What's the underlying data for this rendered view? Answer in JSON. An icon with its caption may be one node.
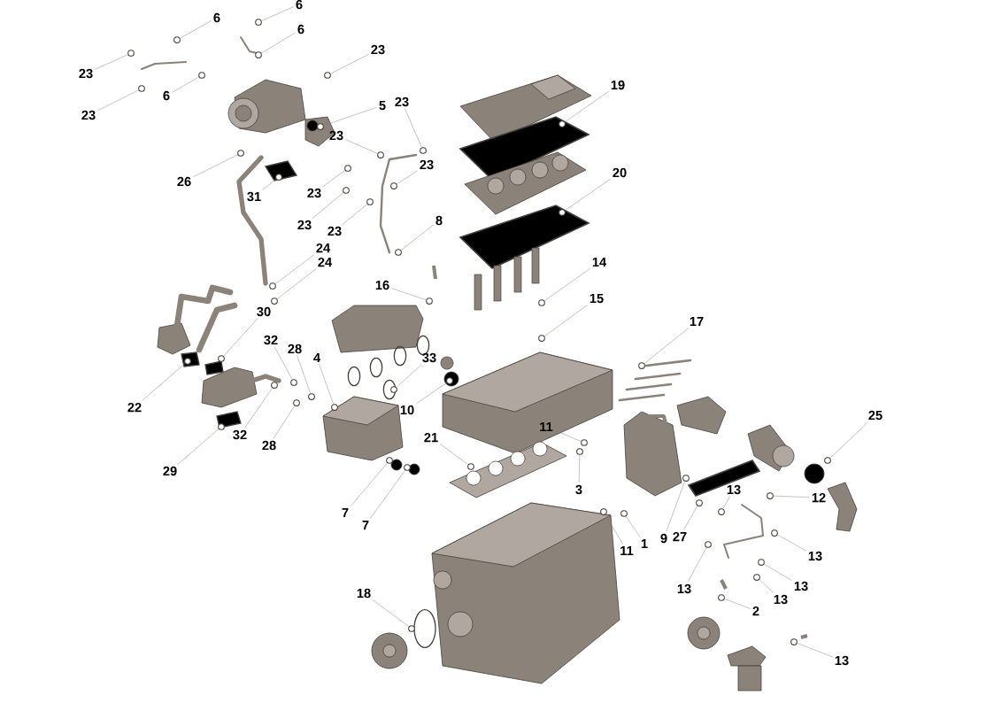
{
  "diagram": {
    "nodes": [
      {
        "text": [
          "6"
        ]
      },
      {
        "text": [
          "6"
        ]
      },
      {
        "text": [
          "6"
        ]
      },
      {
        "text": [
          "23"
        ]
      },
      {
        "text": [
          "23"
        ]
      },
      {
        "text": [
          "6"
        ]
      },
      {
        "text": [
          "23"
        ]
      },
      {
        "text": [
          "5"
        ]
      },
      {
        "text": [
          "23"
        ]
      },
      {
        "text": [
          "23"
        ]
      },
      {
        "text": [
          "23"
        ]
      },
      {
        "text": [
          "26"
        ]
      },
      {
        "text": [
          "31"
        ]
      },
      {
        "text": [
          "23"
        ]
      },
      {
        "text": [
          "23"
        ]
      },
      {
        "text": [
          "23"
        ]
      },
      {
        "text": [
          "8"
        ]
      },
      {
        "text": [
          "24"
        ]
      },
      {
        "text": [
          "24"
        ]
      },
      {
        "text": [
          "30"
        ]
      },
      {
        "text": [
          "16"
        ]
      },
      {
        "text": [
          "19"
        ]
      },
      {
        "text": [
          "20"
        ]
      },
      {
        "text": [
          "14"
        ]
      },
      {
        "text": [
          "15"
        ]
      },
      {
        "text": [
          "17"
        ]
      },
      {
        "text": [
          "32"
        ]
      },
      {
        "text": [
          "28"
        ]
      },
      {
        "text": [
          "4"
        ]
      },
      {
        "text": [
          "33"
        ]
      },
      {
        "text": [
          "10"
        ]
      },
      {
        "text": [
          "22"
        ]
      },
      {
        "text": [
          "32"
        ]
      },
      {
        "text": [
          "28"
        ]
      },
      {
        "text": [
          "29"
        ]
      },
      {
        "text": [
          "21"
        ]
      },
      {
        "text": [
          "11"
        ]
      },
      {
        "text": [
          "3"
        ]
      },
      {
        "text": [
          "7"
        ]
      },
      {
        "text": [
          "7"
        ]
      },
      {
        "text": [
          "11"
        ]
      },
      {
        "text": [
          "1"
        ]
      },
      {
        "text": [
          "9"
        ]
      },
      {
        "text": [
          "27"
        ]
      },
      {
        "text": [
          "25"
        ]
      },
      {
        "text": [
          "13"
        ]
      },
      {
        "text": [
          "12"
        ]
      },
      {
        "text": [
          "13"
        ]
      },
      {
        "text": [
          "13"
        ]
      },
      {
        "text": [
          "13"
        ]
      },
      {
        "text": [
          "13"
        ]
      },
      {
        "text": [
          "2"
        ]
      },
      {
        "text": [
          "18"
        ]
      },
      {
        "text": [
          "13"
        ]
      },
      {
        "text": [],
        "shape": "circle"
      },
      {
        "text": [],
        "shape": "circle"
      },
      {
        "text": [],
        "shape": "circle"
      },
      {
        "text": [],
        "shape": "circle"
      },
      {
        "text": [],
        "shape": "circle"
      },
      {
        "text": [],
        "shape": "circle"
      },
      {
        "text": [],
        "shape": "circle"
      },
      {
        "text": [],
        "shape": "circle"
      },
      {
        "text": [],
        "shape": "circle"
      },
      {
        "text": [],
        "shape": "circle"
      },
      {
        "text": [],
        "shape": "circle"
      },
      {
        "text": [],
        "shape": "circle"
      },
      {
        "text": [],
        "shape": "circle"
      },
      {
        "text": [],
        "shape": "circle"
      },
      {
        "text": [],
        "shape": "circle"
      },
      {
        "text": [],
        "shape": "circle"
      },
      {
        "text": [],
        "shape": "circle"
      },
      {
        "text": [],
        "shape": "circle"
      },
      {
        "text": [],
        "shape": "circle"
      },
      {
        "text": [],
        "shape": "circle"
      },
      {
        "text": [],
        "shape": "circle"
      },
      {
        "text": [],
        "shape": "circle"
      },
      {
        "text": [],
        "shape": "circle"
      },
      {
        "text": [],
        "shape": "circle"
      },
      {
        "text": [],
        "shape": "circle"
      },
      {
        "text": [],
        "shape": "circle"
      },
      {
        "text": [],
        "shape": "circle"
      },
      {
        "text": [],
        "shape": "circle"
      },
      {
        "text": [],
        "shape": "circle"
      },
      {
        "text": [],
        "shape": "circle"
      },
      {
        "text": [],
        "shape": "circle"
      },
      {
        "text": [],
        "shape": "circle"
      },
      {
        "text": [],
        "shape": "circle"
      },
      {
        "text": [],
        "shape": "circle"
      },
      {
        "text": [],
        "shape": "circle"
      },
      {
        "text": [],
        "shape": "circle"
      },
      {
        "text": [],
        "shape": "circle"
      },
      {
        "text": [],
        "shape": "circle"
      },
      {
        "text": [],
        "shape": "circle"
      },
      {
        "text": [],
        "shape": "circle"
      },
      {
        "text": [],
        "shape": "circle"
      },
      {
        "text": [],
        "shape": "circle"
      },
      {
        "text": [],
        "shape": "circle"
      },
      {
        "text": [],
        "shape": "circle"
      },
      {
        "text": [],
        "shape": "circle"
      },
      {
        "text": [],
        "shape": "circle"
      },
      {
        "text": [],
        "shape": "circle"
      },
      {
        "text": [],
        "shape": "circle"
      },
      {
        "text": [],
        "shape": "circle"
      },
      {
        "text": [],
        "shape": "circle"
      },
      {
        "text": [],
        "shape": "circle"
      },
      {
        "text": [],
        "shape": "circle"
      },
      {
        "text": [],
        "shape": "circle"
      },
      {
        "text": [],
        "shape": "circle"
      }
    ],
    "edges": [
      {
        "from": 0,
        "to": 54,
        "arrow": "none"
      },
      {
        "from": 1,
        "to": 55,
        "arrow": "none"
      },
      {
        "from": 2,
        "to": 56,
        "arrow": "none"
      },
      {
        "from": 3,
        "to": 57,
        "arrow": "none"
      },
      {
        "from": 4,
        "to": 58,
        "arrow": "none"
      },
      {
        "from": 5,
        "to": 59,
        "arrow": "none"
      },
      {
        "from": 6,
        "to": 60,
        "arrow": "none"
      },
      {
        "from": 7,
        "to": 61,
        "arrow": "none"
      },
      {
        "from": 8,
        "to": 62,
        "arrow": "none"
      },
      {
        "from": 9,
        "to": 63,
        "arrow": "none"
      },
      {
        "from": 10,
        "to": 64,
        "arrow": "none"
      },
      {
        "from": 11,
        "to": 65,
        "arrow": "none"
      },
      {
        "from": 12,
        "to": 66,
        "arrow": "none"
      },
      {
        "from": 13,
        "to": 67,
        "arrow": "none"
      },
      {
        "from": 14,
        "to": 68,
        "arrow": "none"
      },
      {
        "from": 15,
        "to": 69,
        "arrow": "none"
      },
      {
        "from": 16,
        "to": 70,
        "arrow": "none"
      },
      {
        "from": 17,
        "to": 71,
        "arrow": "none"
      },
      {
        "from": 18,
        "to": 72,
        "arrow": "none"
      },
      {
        "from": 19,
        "to": 73,
        "arrow": "none"
      },
      {
        "from": 20,
        "to": 74,
        "arrow": "none"
      },
      {
        "from": 21,
        "to": 75,
        "arrow": "none"
      },
      {
        "from": 22,
        "to": 76,
        "arrow": "none"
      },
      {
        "from": 23,
        "to": 77,
        "arrow": "none"
      },
      {
        "from": 24,
        "to": 78,
        "arrow": "none"
      },
      {
        "from": 25,
        "to": 79,
        "arrow": "none"
      },
      {
        "from": 26,
        "to": 80,
        "arrow": "none"
      },
      {
        "from": 27,
        "to": 81,
        "arrow": "none"
      },
      {
        "from": 28,
        "to": 82,
        "arrow": "none"
      },
      {
        "from": 29,
        "to": 83,
        "arrow": "none"
      },
      {
        "from": 30,
        "to": 84,
        "arrow": "none"
      },
      {
        "from": 31,
        "to": 85,
        "arrow": "none"
      },
      {
        "from": 32,
        "to": 86,
        "arrow": "none"
      },
      {
        "from": 33,
        "to": 87,
        "arrow": "none"
      },
      {
        "from": 34,
        "to": 88,
        "arrow": "none"
      },
      {
        "from": 35,
        "to": 89,
        "arrow": "none"
      },
      {
        "from": 36,
        "to": 90,
        "arrow": "none"
      },
      {
        "from": 37,
        "to": 91,
        "arrow": "none"
      },
      {
        "from": 38,
        "to": 92,
        "arrow": "none"
      },
      {
        "from": 39,
        "to": 93,
        "arrow": "none"
      },
      {
        "from": 40,
        "to": 94,
        "arrow": "none"
      },
      {
        "from": 41,
        "to": 95,
        "arrow": "none"
      },
      {
        "from": 42,
        "to": 96,
        "arrow": "none"
      },
      {
        "from": 43,
        "to": 97,
        "arrow": "none"
      },
      {
        "from": 44,
        "to": 98,
        "arrow": "none"
      },
      {
        "from": 45,
        "to": 99,
        "arrow": "none"
      },
      {
        "from": 46,
        "to": 100,
        "arrow": "none"
      },
      {
        "from": 47,
        "to": 101,
        "arrow": "none"
      },
      {
        "from": 48,
        "to": 102,
        "arrow": "none"
      },
      {
        "from": 49,
        "to": 103,
        "arrow": "none"
      },
      {
        "from": 50,
        "to": 104,
        "arrow": "none"
      },
      {
        "from": 51,
        "to": 105,
        "arrow": "none"
      },
      {
        "from": 52,
        "to": 106,
        "arrow": "none"
      },
      {
        "from": 53,
        "to": 107,
        "arrow": "none"
      }
    ]
  }
}
